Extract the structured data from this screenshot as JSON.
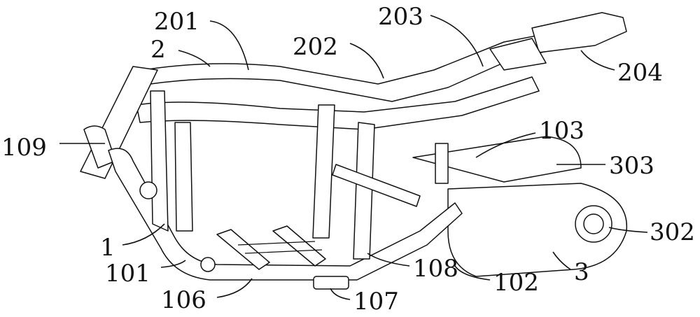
{
  "labels": {
    "l201": "201",
    "l2": "2",
    "l202": "202",
    "l203": "203",
    "l204": "204",
    "l109": "109",
    "l103": "103",
    "l303": "303",
    "l302": "302",
    "l1": "1",
    "l101": "101",
    "l106": "106",
    "l107": "107",
    "l108": "108",
    "l102": "102",
    "l3": "3"
  }
}
